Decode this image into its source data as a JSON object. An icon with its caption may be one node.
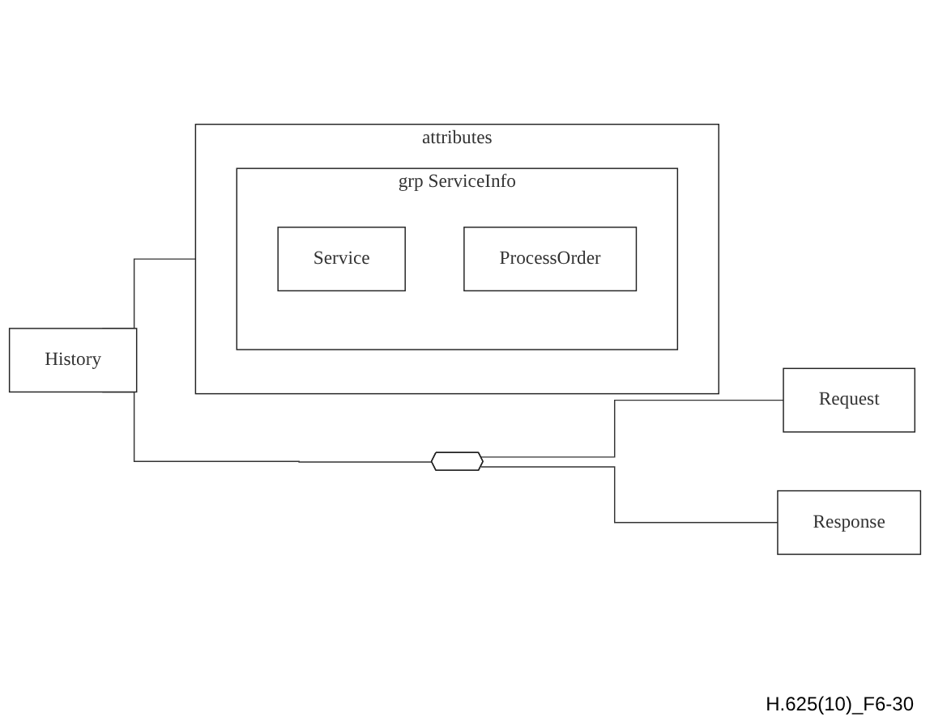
{
  "diagram": {
    "nodes": [
      {
        "text": [
          "History"
        ]
      },
      {
        "text": [
          "attributes"
        ]
      },
      {
        "text": [
          "grp ServiceInfo"
        ],
        "in": 1
      },
      {
        "text": [
          "Service"
        ],
        "in": 2
      },
      {
        "text": [
          "ProcessOrder"
        ],
        "in": 2
      },
      {
        "text": [],
        "shape": "hexagon"
      },
      {
        "text": [
          "Request"
        ]
      },
      {
        "text": [
          "Response"
        ]
      }
    ],
    "edges": [
      {
        "from": 0,
        "to": 1,
        "arrow": "none"
      },
      {
        "from": 0,
        "to": 5,
        "arrow": "none"
      },
      {
        "from": 5,
        "to": 6,
        "arrow": "none"
      },
      {
        "from": 5,
        "to": 7,
        "arrow": "none"
      }
    ],
    "labels": [
      "H.625(10)_F6-30"
    ]
  }
}
